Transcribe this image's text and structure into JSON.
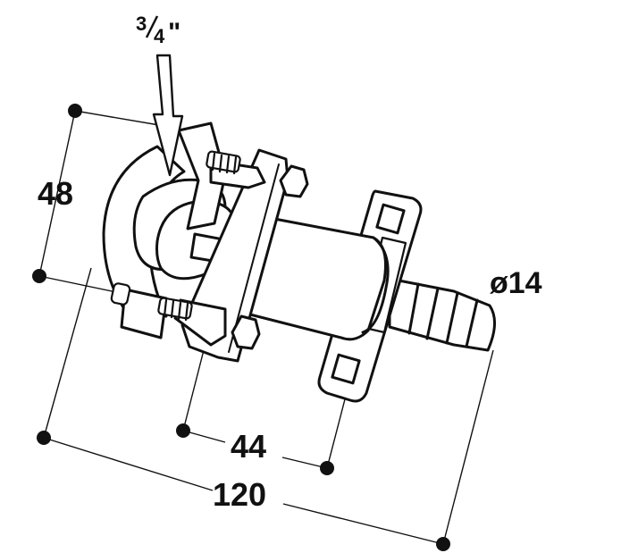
{
  "labels": {
    "pipe_size": "3/4\"",
    "pipe_size_num": "3",
    "pipe_size_den": "4",
    "pipe_size_mark": "\"",
    "height": "48",
    "offset": "44",
    "length": "120",
    "diameter": "ø14"
  },
  "colors": {
    "line": "#111111",
    "fill": "#ffffff"
  }
}
